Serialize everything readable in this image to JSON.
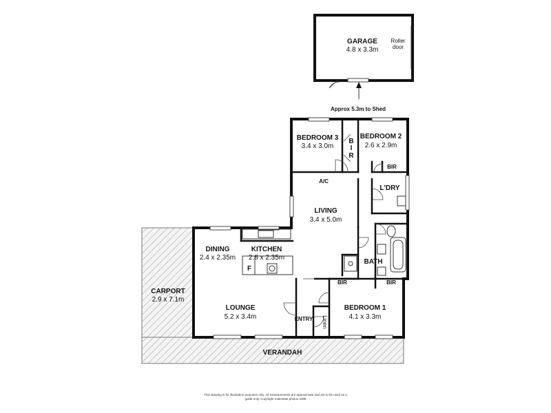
{
  "rooms": {
    "garage": {
      "name": "GARAGE",
      "dims": "4.8 x 3.3m",
      "roller": [
        "Roller",
        "door"
      ]
    },
    "bedroom3": {
      "name": "BEDROOM 3",
      "dims": "3.4 x 3.0m"
    },
    "bedroom2": {
      "name": "BEDROOM 2",
      "dims": "2.6 x 2.9m"
    },
    "living": {
      "name": "LIVING",
      "dims": "3.4 x 5.0m"
    },
    "dining": {
      "name": "DINING",
      "dims": "2.4 x 2.35m"
    },
    "kitchen": {
      "name": "KITCHEN",
      "dims": "2.8 x 2.35m"
    },
    "carport": {
      "name": "CARPORT",
      "dims": "2.9 x 7.1m"
    },
    "lounge": {
      "name": "LOUNGE",
      "dims": "5.2 x 3.4m"
    },
    "bedroom1": {
      "name": "BEDROOM 1",
      "dims": "4.1 x 3.3m"
    }
  },
  "labels": {
    "shed_note": "Approx 5.3m to Shed",
    "bir_b": "B",
    "bir_i": "I",
    "bir_r": "R",
    "bir": "BIR",
    "ac": "A/C",
    "laundry": "L'DRY",
    "bath": "BATH",
    "fridge": "F",
    "entry": "ENTRY",
    "linen": "Linen",
    "verandah": "VERANDAH"
  },
  "disclaimer": [
    "This drawing is for illustration purposes only. All measurements are approximate and are to be used as a",
    "guide only. Copyright realestate.photos 2008"
  ]
}
